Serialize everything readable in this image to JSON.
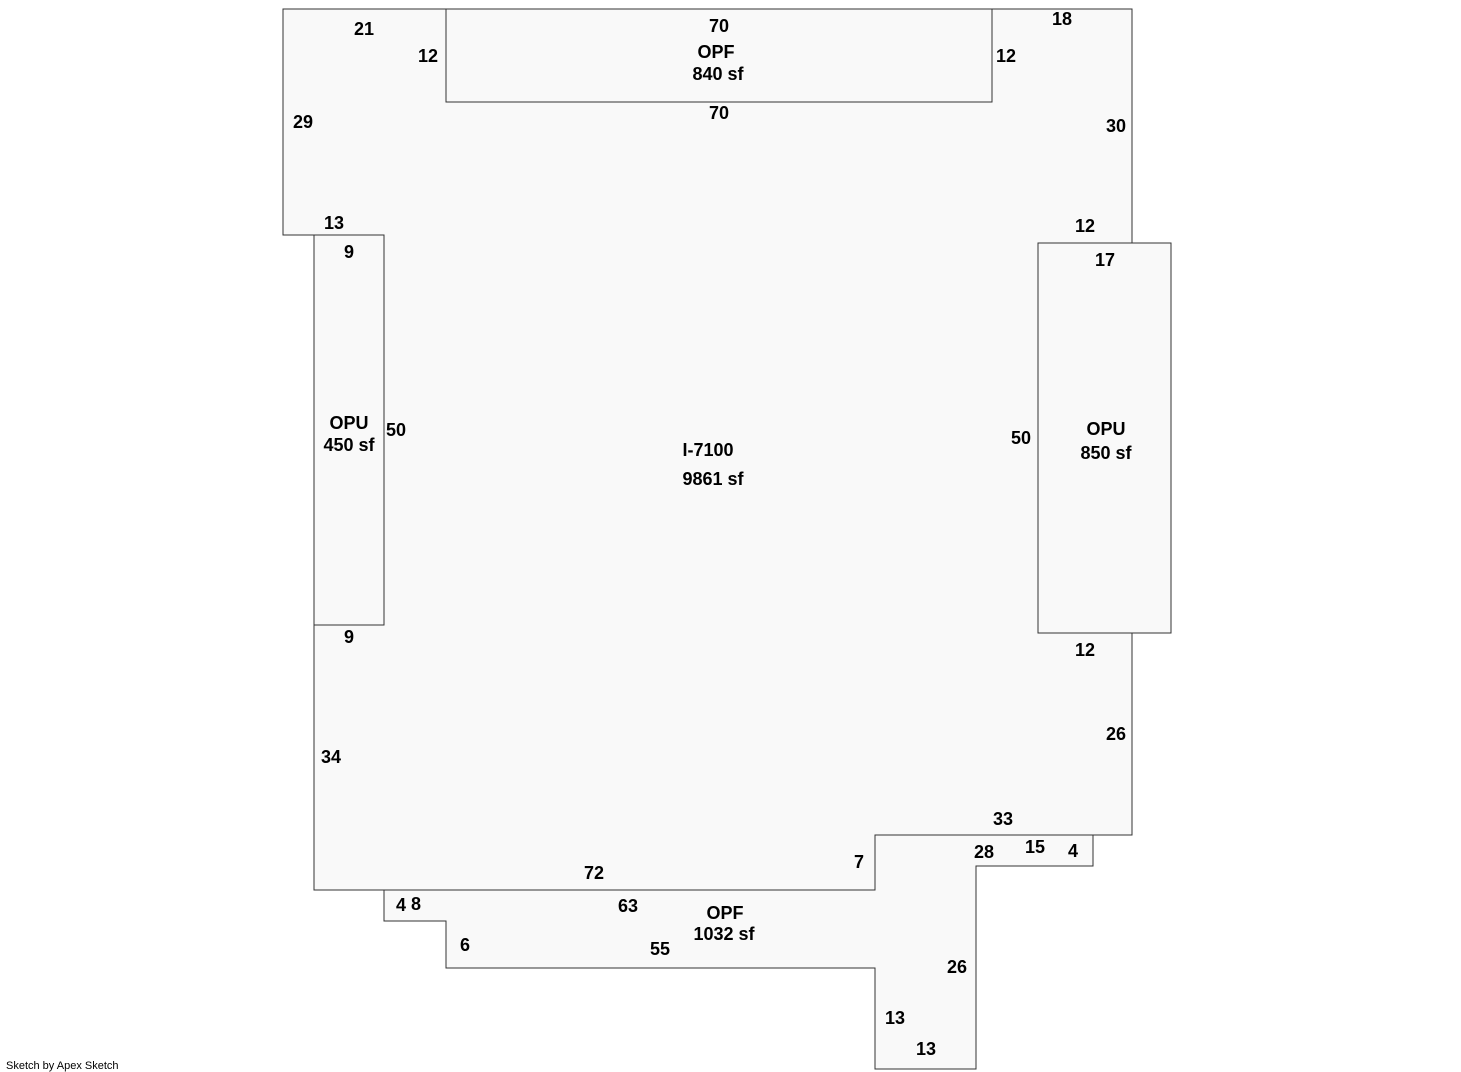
{
  "areas": {
    "main": {
      "name": "I-7100",
      "size": "9861 sf"
    },
    "opf_top": {
      "name": "OPF",
      "size": "840 sf"
    },
    "opu_left": {
      "name": "OPU",
      "size": "450 sf"
    },
    "opu_right": {
      "name": "OPU",
      "size": "850 sf"
    },
    "opf_bottom": {
      "name": "OPF",
      "size": "1032 sf"
    }
  },
  "dimensions": {
    "main_top_left": "21",
    "main_top_right": "18",
    "main_left_upper": "29",
    "main_right_upper": "30",
    "main_left_step": "13",
    "main_right_step_upper": "12",
    "main_right_step_lower": "12",
    "main_right_lower": "26",
    "main_left_lower": "34",
    "main_bottom": "72",
    "main_bottom_step": "7",
    "main_bottom_right": "33",
    "opf_top_top": "70",
    "opf_top_bottom": "70",
    "opf_top_left": "12",
    "opf_top_right": "12",
    "opu_left_top": "9",
    "opu_left_bottom": "9",
    "opu_left_side": "50",
    "opu_right_top": "17",
    "opu_right_side": "50",
    "opf_bottom_4": "4",
    "opf_bottom_8": "8",
    "opf_bottom_6": "6",
    "opf_bottom_63": "63",
    "opf_bottom_55": "55",
    "opf_bottom_28": "28",
    "opf_bottom_15": "15",
    "opf_bottom_4b": "4",
    "opf_bottom_26": "26",
    "opf_bottom_13a": "13",
    "opf_bottom_13b": "13"
  },
  "credit": "Sketch by Apex Sketch"
}
